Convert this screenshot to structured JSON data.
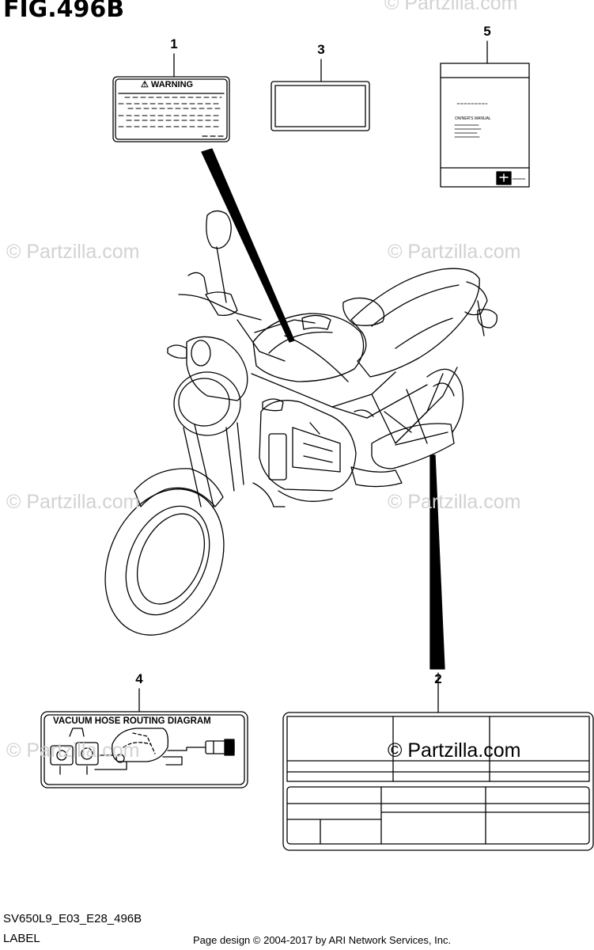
{
  "figure": {
    "title": "FIG.496B",
    "code": "SV650L9_E03_E28_496B",
    "group_label": "LABEL"
  },
  "watermark": {
    "text": "© Partzilla.com"
  },
  "callouts": [
    "1",
    "2",
    "3",
    "4",
    "5"
  ],
  "parts": {
    "warning_label": {
      "callout": "1",
      "heading": "⚠ WARNING"
    },
    "info_label": {
      "callout": "2"
    },
    "blank_label": {
      "callout": "3"
    },
    "vacuum_hose_label": {
      "callout": "4",
      "heading": "VACUUM HOSE ROUTING DIAGRAM"
    },
    "owners_manual": {
      "callout": "5",
      "heading": "OWNER'S MANUAL"
    }
  },
  "footer": {
    "credit": "Page design © 2004-2017 by ARI Network Services, Inc."
  }
}
